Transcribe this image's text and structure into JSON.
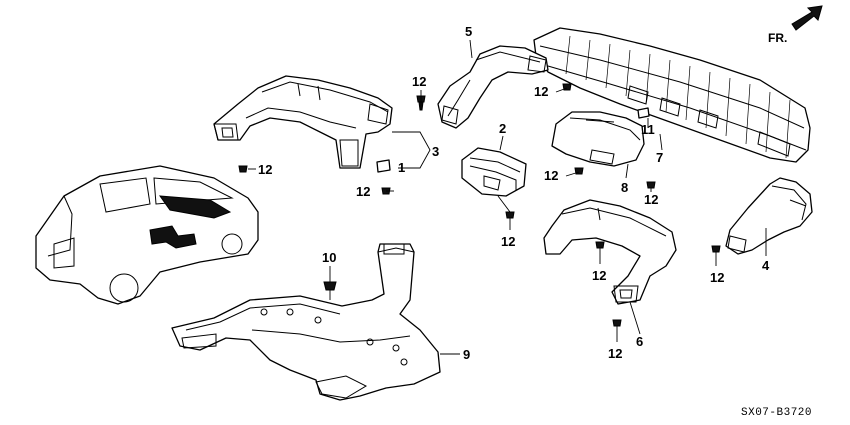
{
  "diagram": {
    "drawing_code": "SX07-B3720",
    "direction_label": "FR.",
    "callouts": {
      "c1": "1",
      "c2": "2",
      "c3": "3",
      "c4": "4",
      "c5": "5",
      "c6": "6",
      "c7": "7",
      "c8": "8",
      "c9": "9",
      "c10": "10",
      "c11": "11",
      "c12": "12"
    }
  }
}
